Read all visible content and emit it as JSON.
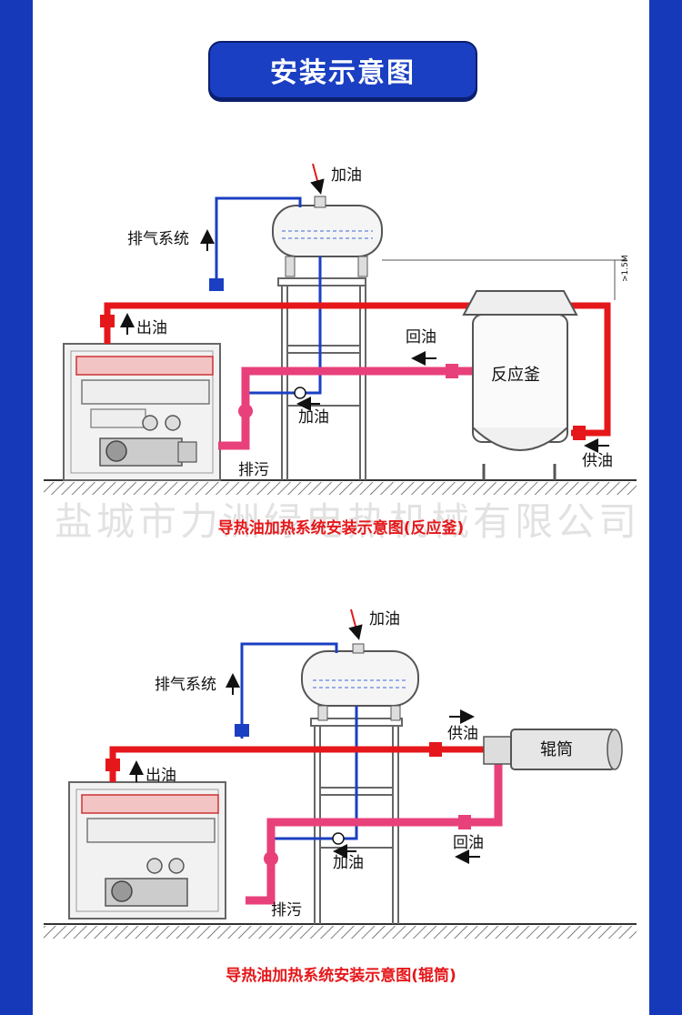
{
  "header": {
    "title": "安装示意图"
  },
  "watermark": "盐城市力洲绿电热机械有限公司",
  "diagram1": {
    "label_fill_oil": "加油",
    "label_exhaust": "排气系统",
    "label_out_oil": "出油",
    "label_return_oil": "回油",
    "label_reactor": "反应釜",
    "label_add_oil": "加油",
    "label_drain": "排污",
    "label_supply_oil": "供油",
    "label_height": ">1.5M",
    "caption": "导热油加热系统安装示意图(反应釜)"
  },
  "diagram2": {
    "label_fill_oil": "加油",
    "label_exhaust": "排气系统",
    "label_out_oil": "出油",
    "label_supply_oil": "供油",
    "label_roller": "辊筒",
    "label_return_oil": "回油",
    "label_add_oil": "加油",
    "label_drain": "排污",
    "caption": "导热油加热系统安装示意图(辊筒)"
  },
  "colors": {
    "frame_blue": "#1539b9",
    "hot_pipe": "#e5171a",
    "return_pipe": "#e8407a",
    "exhaust_pipe": "#1a3fc2",
    "caption_red": "#e5171a"
  }
}
